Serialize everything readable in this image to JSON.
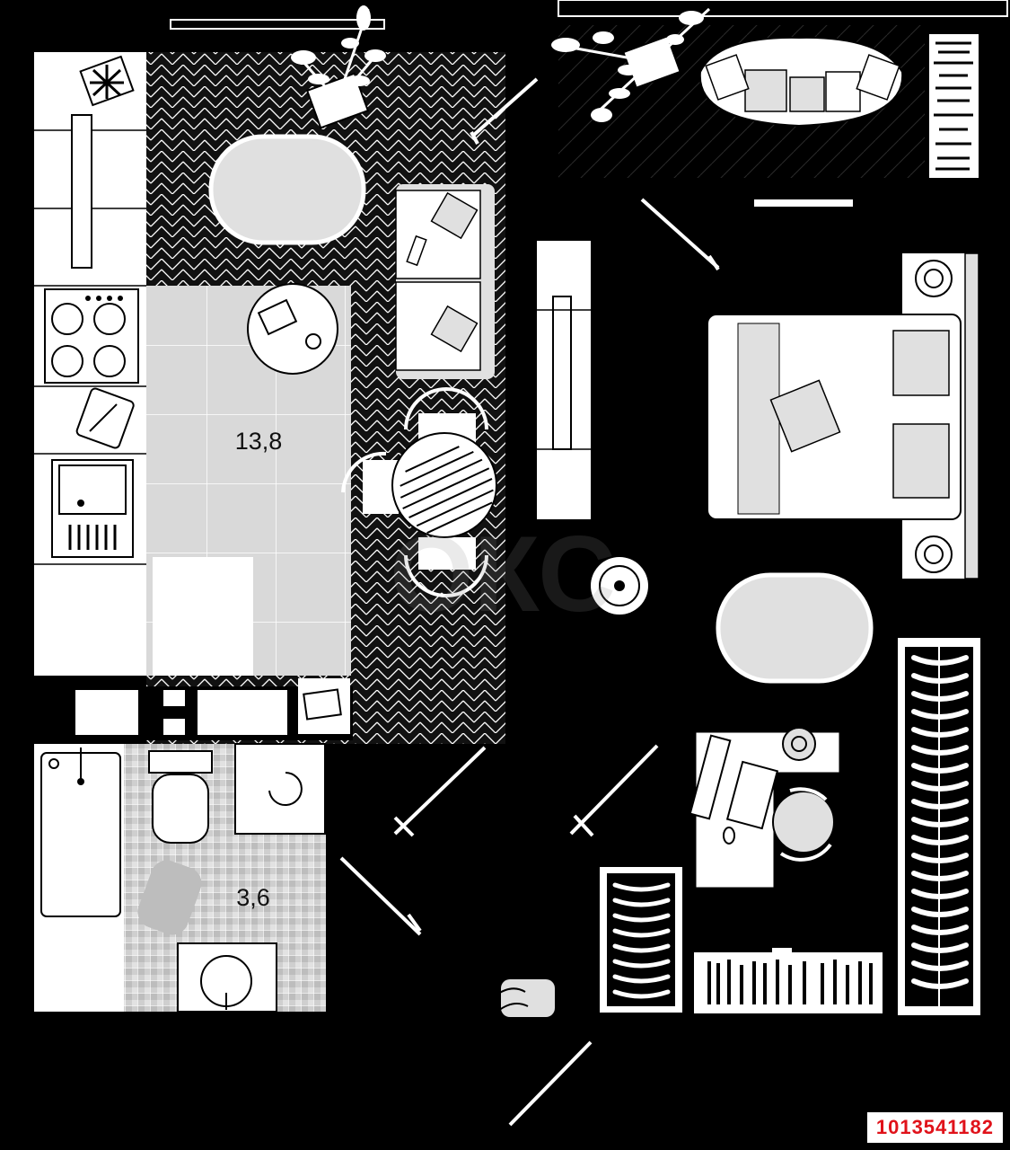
{
  "plan": {
    "rooms": [
      {
        "key": "kitchen",
        "area": "13,8"
      },
      {
        "key": "bathroom",
        "area": "3,6"
      }
    ],
    "watermark": "ОКС",
    "listing_id": "1013541182",
    "colors": {
      "background": "#000000",
      "walls": "#ffffff",
      "floor_tile": "#d9d9d9",
      "bath_tile": "#cfcfcf",
      "furniture_fill": "#e0e0e0",
      "id_text": "#e0121a"
    }
  }
}
